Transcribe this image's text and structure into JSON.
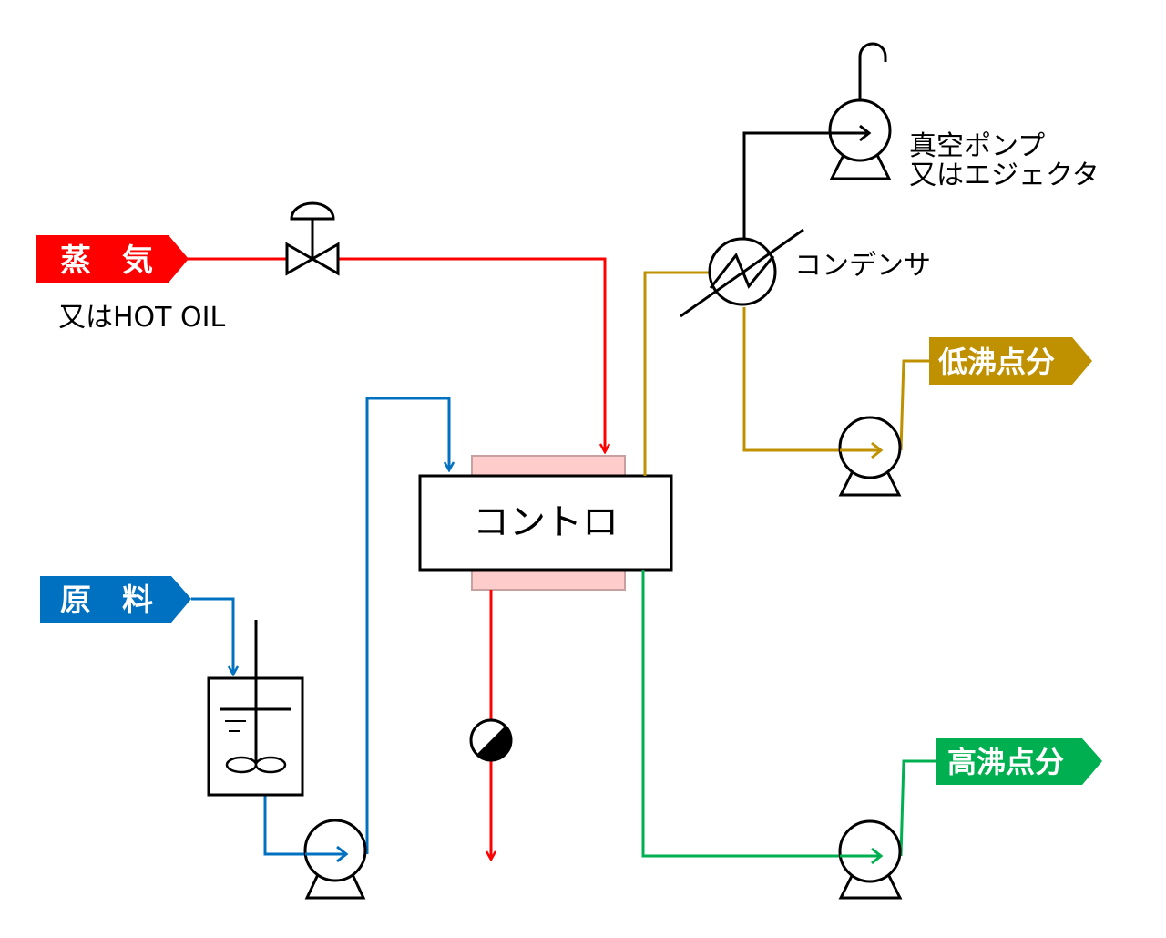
{
  "colors": {
    "steam": "#ff0000",
    "feed": "#0070c0",
    "low_boil": "#bf9000",
    "high_boil": "#00b050",
    "line": "#000000",
    "jacket": "#ffcccc"
  },
  "labels": {
    "steam_tag": "蒸　気",
    "steam_sub": "又はHOT OIL",
    "feed_tag": "原　料",
    "low_tag": "低沸点分",
    "high_tag": "高沸点分",
    "evaporator": "コントロ",
    "condenser": "コンデンサ",
    "vacuum_line1": "真空ポンプ",
    "vacuum_line2": "又はエジェクタ"
  },
  "icons": {
    "valve": "control-valve-icon",
    "pump": "pump-icon",
    "condenser": "heat-exchanger-icon",
    "tank": "agitated-tank-icon",
    "trap": "steam-trap-icon"
  }
}
